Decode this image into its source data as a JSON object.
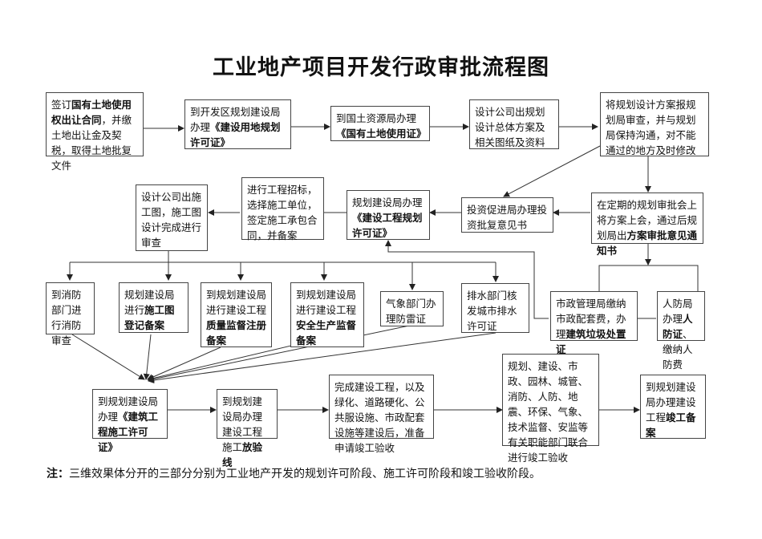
{
  "title": "工业地产项目开发行政审批流程图",
  "nodes": {
    "n1": {
      "parts": [
        {
          "t": "签订"
        },
        {
          "t": "国有土地使用权出让合同",
          "b": true
        },
        {
          "t": "，并缴土地出让金及契税，取得土地批复文件"
        }
      ]
    },
    "n2": {
      "parts": [
        {
          "t": "到开发区规划建设局办理"
        },
        {
          "t": "《建设用地规划许可证》",
          "b": true
        }
      ]
    },
    "n3": {
      "parts": [
        {
          "t": "到国土资源局办理"
        },
        {
          "t": "《国有土地使用证》",
          "b": true
        }
      ]
    },
    "n4": {
      "parts": [
        {
          "t": "设计公司出规划设计总体方案及相关图纸及资料"
        }
      ]
    },
    "n5": {
      "parts": [
        {
          "t": "将规划设计方案报规划局审查，并与规划局保持沟通，对不能通过的地方及时修改"
        }
      ]
    },
    "n6": {
      "parts": [
        {
          "t": "在定期的规划审批会上将方案上会，通过后规划局出"
        },
        {
          "t": "方案审批意见通知书",
          "b": true
        }
      ]
    },
    "n7": {
      "parts": [
        {
          "t": "投资促进局办理投资批复意见书"
        }
      ]
    },
    "n8": {
      "parts": [
        {
          "t": "规划建设局办理"
        },
        {
          "t": "《建设工程规划许可证》",
          "b": true
        }
      ]
    },
    "n9": {
      "parts": [
        {
          "t": "进行工程招标，选择施工单位，签定施工承包合同，并备案"
        }
      ]
    },
    "n10": {
      "parts": [
        {
          "t": "设计公司出施工图，施工图设计完成进行审查"
        }
      ]
    },
    "n11": {
      "parts": [
        {
          "t": "到消防部门进行消防审查"
        }
      ]
    },
    "n12": {
      "parts": [
        {
          "t": "规划建设局进行"
        },
        {
          "t": "施工图登记备案",
          "b": true
        }
      ]
    },
    "n13": {
      "parts": [
        {
          "t": "到规划建设局进行建设工程"
        },
        {
          "t": "质量监督注册备案",
          "b": true
        }
      ]
    },
    "n14": {
      "parts": [
        {
          "t": "到规划建设局进行建设工程"
        },
        {
          "t": "安全生产监督备案",
          "b": true
        }
      ]
    },
    "n15": {
      "parts": [
        {
          "t": "气象部门办理防雷证"
        }
      ]
    },
    "n16": {
      "parts": [
        {
          "t": "排水部门核发城市排水许可证"
        }
      ]
    },
    "n17": {
      "parts": [
        {
          "t": "市政管理局缴纳市政配套费，办理"
        },
        {
          "t": "建筑垃圾处置证",
          "b": true
        }
      ]
    },
    "n18": {
      "parts": [
        {
          "t": "人防局办理"
        },
        {
          "t": "人防证",
          "b": true
        },
        {
          "t": "、缴纳人防费"
        }
      ]
    },
    "n19": {
      "parts": [
        {
          "t": "到规划建设局办理"
        },
        {
          "t": "《建筑工程施工许可证》",
          "b": true
        }
      ]
    },
    "n20": {
      "parts": [
        {
          "t": "到规划建设局办理建设工程施工"
        },
        {
          "t": "放验线",
          "b": true
        }
      ]
    },
    "n21": {
      "parts": [
        {
          "t": "完成建设工程，以及绿化、道路硬化、公共服设施、市政配套设施等建设后，准备申请竣工验收"
        }
      ]
    },
    "n22": {
      "parts": [
        {
          "t": "规划、建设、市政、园林、城管、消防、人防、地震、环保、气象、技术监督、安监等有关职能部门联合进行竣工验收"
        }
      ]
    },
    "n23": {
      "parts": [
        {
          "t": "到规划建设局办理建设工程"
        },
        {
          "t": "竣工备案",
          "b": true
        }
      ]
    }
  },
  "note": {
    "label": "注：",
    "text": "三维效果体分开的三部分分别为工业地产开发的规划许可阶段、施工许可阶段和竣工验收阶段。"
  },
  "colors": {
    "line": "#333333",
    "border": "#444444",
    "text": "#111111"
  }
}
